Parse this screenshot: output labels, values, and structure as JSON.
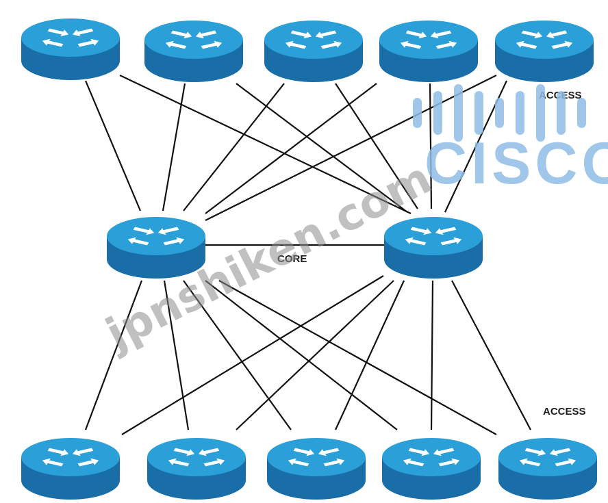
{
  "labels": {
    "access_top": "ACCESS",
    "access_bottom": "ACCESS",
    "core": "CORE"
  },
  "watermark": {
    "brand": "CISCO",
    "site": "jpnshiken.com"
  },
  "colors": {
    "router_top": "#2a9fd8",
    "router_side": "#1a6ea8",
    "router_arrow": "#ffffff",
    "link": "#111111",
    "brand": "#8fbde6",
    "watermark": "#8c8c8c"
  },
  "routers": {
    "access_top": [
      "router-at1",
      "router-at2",
      "router-at3",
      "router-at4",
      "router-at5"
    ],
    "core": [
      "router-c1",
      "router-c2"
    ],
    "access_bottom": [
      "router-ab1",
      "router-ab2",
      "router-ab3",
      "router-ab4",
      "router-ab5"
    ]
  }
}
